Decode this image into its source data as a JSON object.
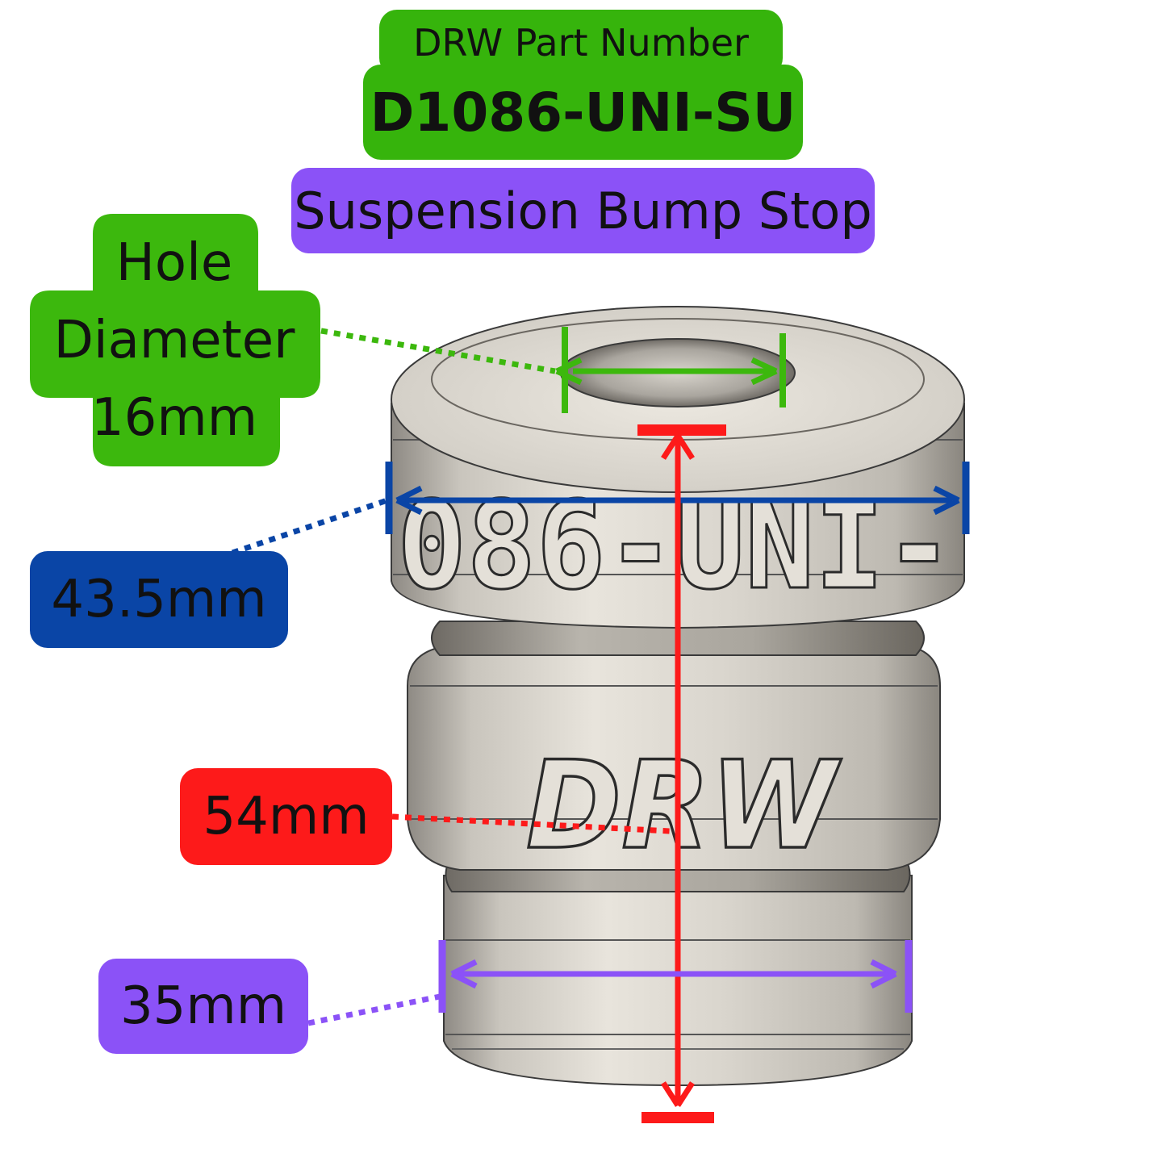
{
  "header": {
    "caption": "DRW Part Number",
    "part_number": "D1086-UNI-SU",
    "description": "Suspension Bump Stop"
  },
  "dimensions": {
    "hole_diameter": {
      "line1": "Hole",
      "line2": "Diameter",
      "line3": "16mm"
    },
    "outer_diameter": "43.5mm",
    "height": "54mm",
    "base_diameter": "35mm"
  },
  "part_engraving": {
    "top_band": "086-UNI-",
    "middle_band": "DRW"
  },
  "colors": {
    "hole_green": "#3cb80d",
    "title_green": "#36b40c",
    "outer_blue": "#0a45a6",
    "height_red": "#fd1a1a",
    "base_purple": "#8b52f7",
    "part_metal": "#d6d2ca"
  }
}
